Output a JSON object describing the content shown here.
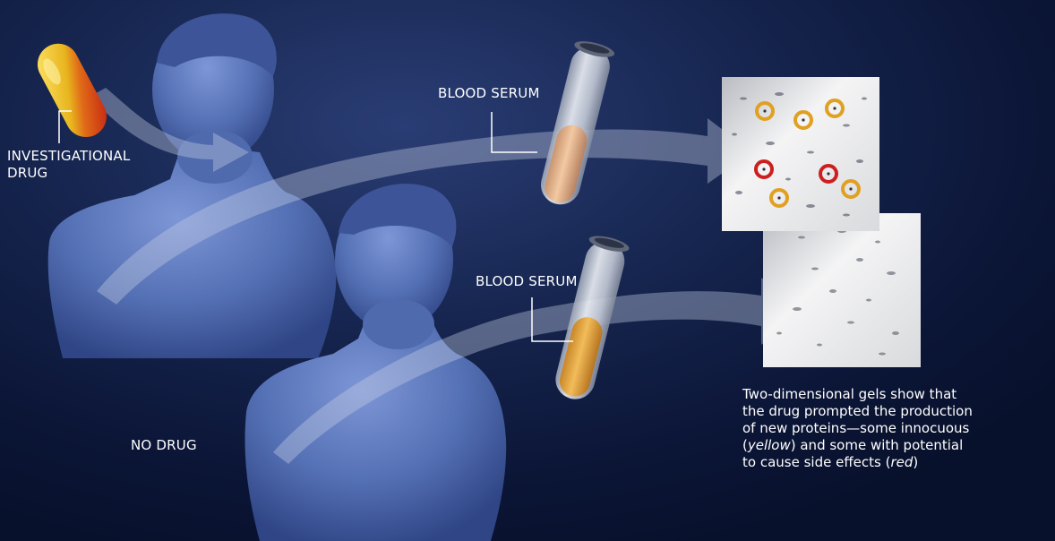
{
  "labels": {
    "investigational_drug_line1": "INVESTIGATIONAL",
    "investigational_drug_line2": "DRUG",
    "blood_serum_top": "BLOOD SERUM",
    "blood_serum_bottom": "BLOOD SERUM",
    "no_drug": "NO DRUG"
  },
  "caption": {
    "line1": "Two-dimensional gels show that",
    "line2": "the drug prompted the production",
    "line3_pre": "of new proteins—some innocuous",
    "line4_open": "(",
    "line4_italic": "yellow",
    "line4_post": ") and some with potential",
    "line5_pre": "to cause side effects (",
    "line5_italic": "red",
    "line5_post": ")"
  },
  "colors": {
    "background": "#0b1536",
    "figure": "#5a74b8",
    "pill_yellow": "#e8b51e",
    "pill_red": "#d42a1a",
    "serum_light": "#e6b98e",
    "serum_dark": "#e2a34a",
    "marker_yellow": "#e0a020",
    "marker_red": "#cc1f1f"
  }
}
